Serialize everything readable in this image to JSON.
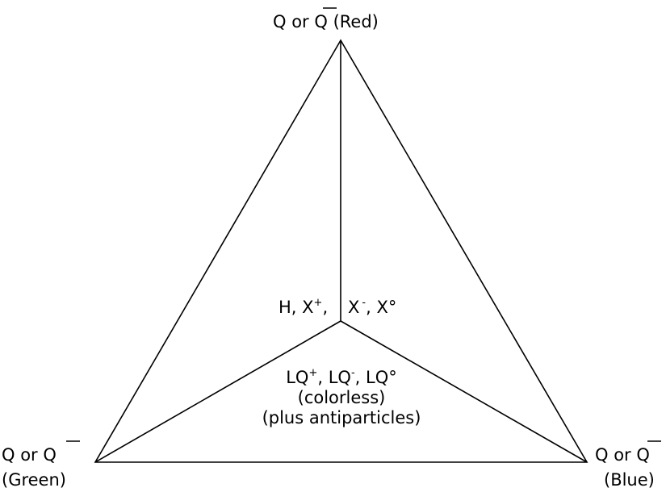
{
  "vertices": {
    "top": {
      "prefix": "Q or ",
      "bar_symbol": "Q",
      "suffix": " (Red)"
    },
    "left": {
      "prefix": "Q or ",
      "bar_symbol": "Q",
      "color_label": "(Green)"
    },
    "right": {
      "prefix": "Q or ",
      "bar_symbol": "Q",
      "color_label": "(Blue)"
    }
  },
  "center": {
    "left_group": {
      "h": "H, X",
      "sup": "+",
      "comma": ","
    },
    "right_group": {
      "x": "X",
      "sup": "-",
      "rest": ", X°"
    }
  },
  "lower_region": {
    "lq_plus": "LQ",
    "lq_plus_sup": "+",
    "lq_minus": ", LQ",
    "lq_minus_sup": "-",
    "lq_zero": ", LQ°",
    "colorless": "(colorless)",
    "antiparticles": "(plus antiparticles)"
  },
  "colors": {
    "line": "#000000",
    "background": "#ffffff"
  }
}
